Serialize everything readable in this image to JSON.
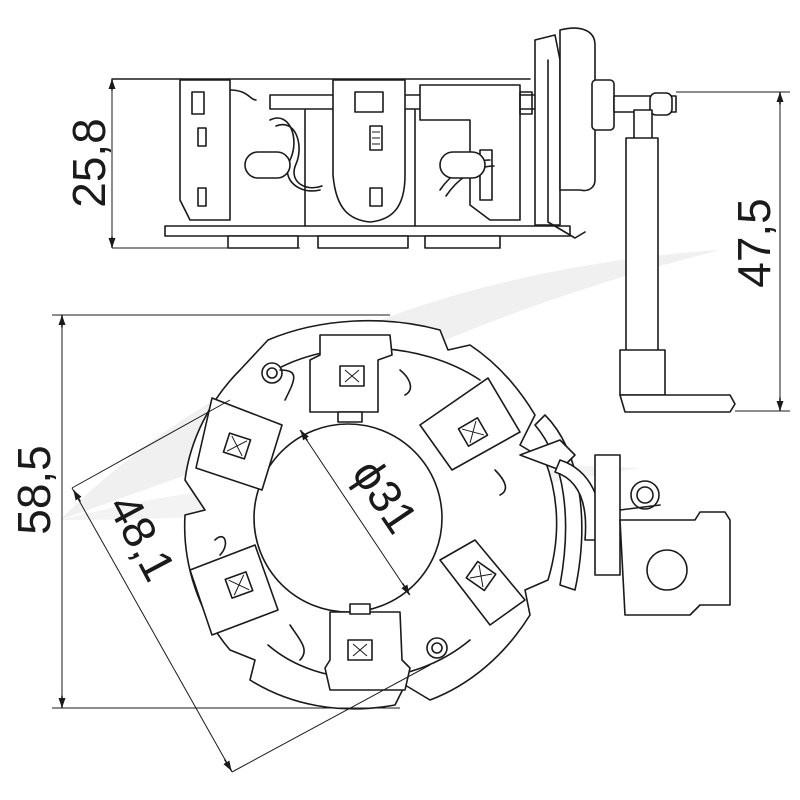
{
  "dimensions": {
    "side_height": "25,8",
    "bracket_height": "47,5",
    "overall_height": "58,5",
    "outer_diameter": "48,1",
    "inner_diameter": "31",
    "diameter_symbol": "ϕ"
  },
  "colors": {
    "line": "#1a1a1a",
    "background": "#ffffff",
    "watermark": "#eeeeee"
  }
}
